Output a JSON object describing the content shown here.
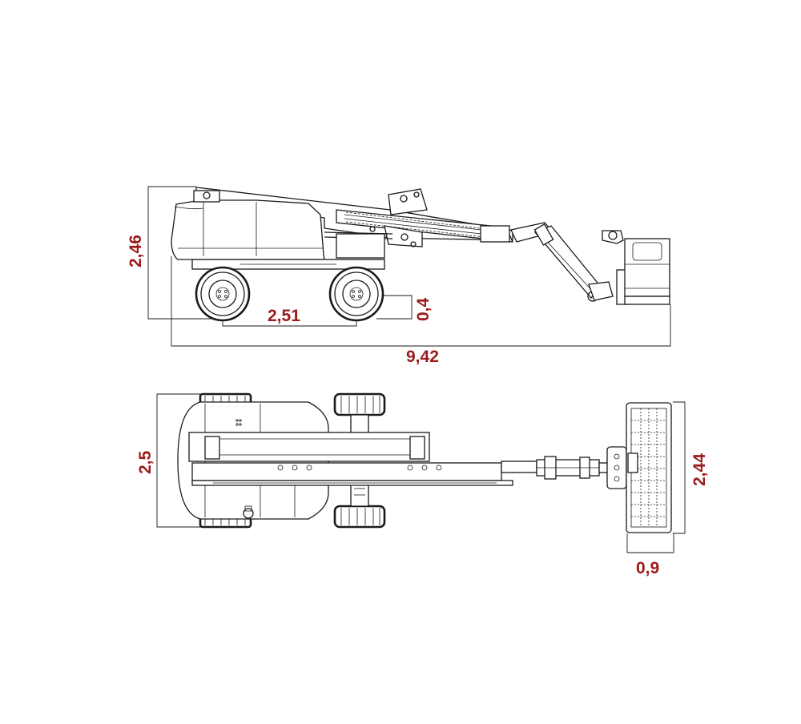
{
  "colors": {
    "dimension_text": "#9b1b1b",
    "line": "#1a1a1a",
    "background": "#ffffff"
  },
  "dimensions": {
    "height": "2,46",
    "wheelbase": "2,51",
    "ground_clearance": "0,4",
    "overall_length": "9,42",
    "overall_width": "2,5",
    "platform_width": "2,44",
    "platform_depth": "0,9"
  }
}
